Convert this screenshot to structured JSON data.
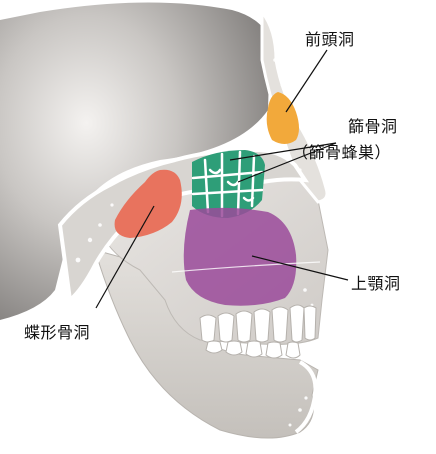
{
  "labels": {
    "frontal_sinus": "前頭洞",
    "ethmoid_sinus": "篩骨洞",
    "ethmoid_sinus_alt": "（篩骨蜂巣）",
    "maxillary_sinus": "上顎洞",
    "sphenoid_sinus": "蝶形骨洞"
  },
  "colors": {
    "skull_dark": "#8f8c8a",
    "skull_light": "#ece9e6",
    "bone": "#d9d6d2",
    "bone_outline": "#ffffff",
    "frontal_sinus": "#f2a93b",
    "ethmoid_sinus": "#2e9e78",
    "maxillary_sinus": "#9a4a9a",
    "sphenoid_sinus": "#e8735e",
    "leader_line": "#111111"
  }
}
